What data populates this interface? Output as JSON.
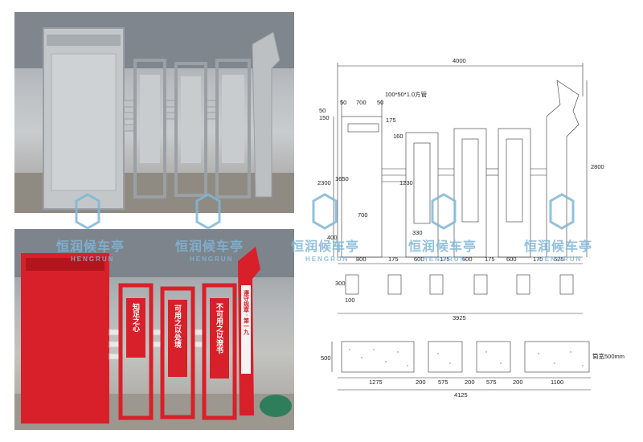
{
  "watermark": {
    "brand_cn": "恒润候车亭",
    "brand_en": "HENGRUN",
    "color": "#7fb6d8"
  },
  "photo_top": {
    "finish": "raw-steel-gray",
    "panel_color": "#c7cacc"
  },
  "photo_bottom": {
    "finish": "painted-red",
    "panel_color": "#d8202a",
    "placards": [
      "知足之心",
      "可用之以处境",
      "不可用之以潦书"
    ],
    "banner": "遵守规章 · 第一九"
  },
  "drawing": {
    "dims": {
      "overall_width": "4000",
      "tube_spec": "100*50*1.0方管",
      "gap_left": "50",
      "panel_top_width": "700",
      "gap_right": "50",
      "top_50": "50",
      "top_150": "150",
      "top_175": "175",
      "height_2300": "2300",
      "height_1650": "1650",
      "height_1230": "1230",
      "height_160": "160",
      "height_330": "330",
      "inner_700": "700",
      "height_400": "400",
      "right_height": "2800",
      "w_800": "800",
      "w_175a": "175",
      "w_600a": "600",
      "w_175b": "175",
      "w_600b": "600",
      "w_175c": "175",
      "w_600c": "600",
      "w_175d": "175",
      "w_625": "625",
      "base_300": "300",
      "base_100": "100",
      "total_3925": "3925",
      "found_500": "500",
      "f_1275": "1275",
      "f_200a": "200",
      "f_575a": "575",
      "f_200b": "200",
      "f_575b": "575",
      "f_200c": "200",
      "f_1100": "1100",
      "total_4125": "4125",
      "found_note": "筒宽500mm"
    }
  }
}
